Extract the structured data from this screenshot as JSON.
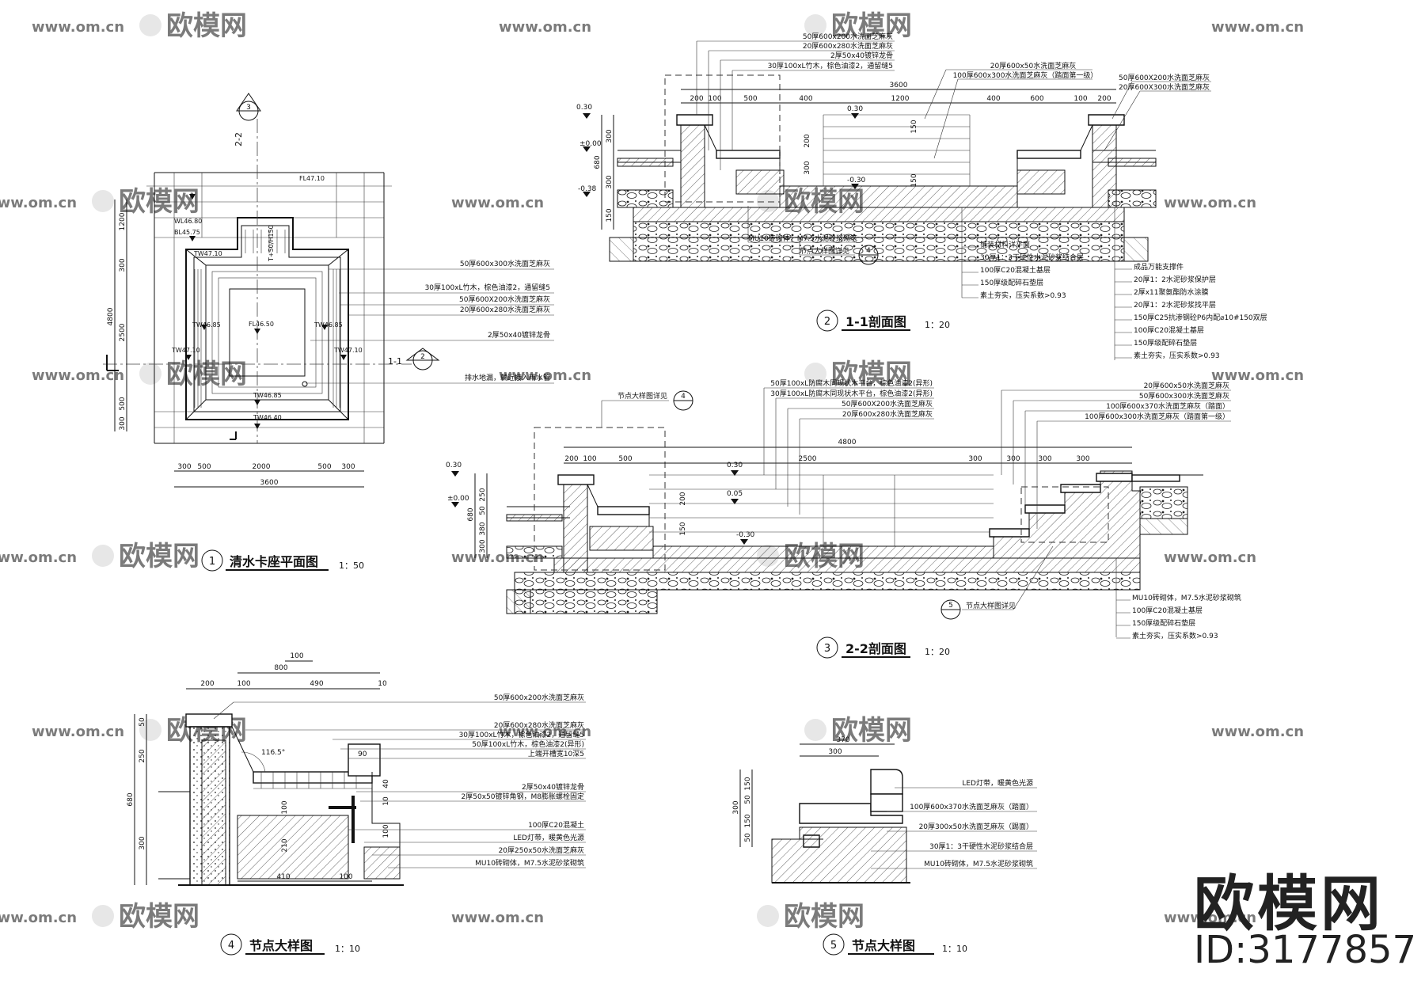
{
  "watermark": {
    "site": "www.om.cn",
    "logo_text": "欧模网"
  },
  "brand": {
    "name": "欧模网",
    "id": "ID:3177857"
  },
  "plan": {
    "title_no": "1",
    "title": "清水卡座平面图",
    "scale": "1：50",
    "levels": [
      "FL47.10",
      "WL46.80",
      "BL45.75",
      "TW47.10",
      "TW47.10",
      "TW47.10",
      "FL46.50",
      "TW46.85",
      "TW46.85",
      "TW46.85",
      "TW46.40"
    ],
    "dims_bottom": [
      "300",
      "500",
      "2000",
      "500",
      "300"
    ],
    "dim_total": "3600",
    "dims_left": [
      "1200",
      "300",
      "2500",
      "500",
      "300"
    ],
    "dim_left_total": "4800",
    "step_note": "T+50/H150",
    "section_1": "1-1",
    "section_2": "2-2",
    "callout_a": "2",
    "callout_b": "3",
    "notes": [
      "50厚600x300水洗面芝麻灰",
      "30厚100xL竹木，棕色油漆2，通留缝5",
      "50厚600X200水洗面芝麻灰",
      "20厚600x280水洗面芝麻灰",
      "2厚50x40镀锌龙骨",
      "排水地漏，就近接入雨水管"
    ]
  },
  "sec1": {
    "title_no": "2",
    "title": "1-1剖面图",
    "scale": "1：20",
    "top_notes": [
      "50厚600x200水洗面芝麻灰",
      "20厚600x280水洗面芝麻灰",
      "2厚50x40镀锌龙骨",
      "30厚100xL竹木，棕色油漆2，通留缝5"
    ],
    "right_top_notes": [
      "20厚600x50水洗面芝麻灰",
      "100厚600x300水洗面芝麻灰（踏面第一级）",
      "50厚600X200水洗面芝麻灰",
      "20厚600X300水洗面芝麻灰"
    ],
    "dims_top": [
      "200",
      "100",
      "500",
      "400",
      "1200",
      "400",
      "600",
      "100",
      "200"
    ],
    "dim_total": "3600",
    "levels": [
      "0.30",
      "±0.00",
      "-0.38",
      "0.30",
      "-0.30"
    ],
    "dims_left": [
      "300",
      "680",
      "300",
      "150"
    ],
    "dims_mid": [
      "150",
      "200",
      "300",
      "150"
    ],
    "bottom_notes": [
      "MU10砖砌体，M7.5水泥砂浆砌筑",
      "节点大样图详见"
    ],
    "callout_no": "4",
    "center_notes": [
      "铺装材料详平面",
      "30厚1：3干硬性水泥砂浆结合层",
      "100厚C20混凝土基层",
      "150厚级配碎石垫层",
      "素土夯实，压实系数>0.93"
    ],
    "right_notes": [
      "成品万能支撑件",
      "20厚1：2水泥砂浆保护层",
      "2厚x11聚氨酯防水涂膜",
      "20厚1：2水泥砂浆找平层",
      "150厚C25抗渗钢砼P6内配⌀10#150双层",
      "100厚C20混凝土基层",
      "150厚级配碎石垫层",
      "素土夯实，压实系数>0.93"
    ]
  },
  "sec2": {
    "title_no": "3",
    "title": "2-2剖面图",
    "scale": "1：20",
    "callout_label": "节点大样图详见",
    "callout_no": "4",
    "top_notes": [
      "50厚100xL防腐木同现状木平台，棕色油漆2(异形)",
      "30厚100xL防腐木同现状木平台，棕色油漆2(异形)",
      "50厚600X200水洗面芝麻灰",
      "20厚600x280水洗面芝麻灰"
    ],
    "right_top_notes": [
      "20厚600x50水洗面芝麻灰",
      "50厚600x300水洗面芝麻灰",
      "100厚600x370水洗面芝麻灰（踏面）",
      "100厚600x300水洗面芝麻灰（踏面第一级）"
    ],
    "dims_top": [
      "200",
      "100",
      "500",
      "2500",
      "300",
      "300",
      "300",
      "300"
    ],
    "dim_total": "4800",
    "levels": [
      "0.30",
      "±0.00",
      "0.30",
      "0.05",
      "-0.30"
    ],
    "dims_left": [
      "250",
      "50",
      "680",
      "380",
      "300"
    ],
    "dims_mid": [
      "200",
      "150"
    ],
    "bottom_callout_label": "节点大样图详见",
    "bottom_callout_no": "5",
    "right_notes": [
      "MU10砖砌体，M7.5水泥砂浆砌筑",
      "100厚C20混凝土基层",
      "150厚级配碎石垫层",
      "素土夯实，压实系数>0.93"
    ]
  },
  "detail4": {
    "title_no": "4",
    "title": "节点大样图",
    "scale": "1：10",
    "dims_top": [
      "200",
      "100",
      "490",
      "10"
    ],
    "dim_total": "800",
    "dim_sub": "100",
    "angle": "116.5°",
    "dim_90": "90",
    "dims_left": [
      "50",
      "250",
      "680",
      "300"
    ],
    "dims_inner": [
      "100",
      "40",
      "10",
      "100",
      "210"
    ],
    "dims_bottom": [
      "410",
      "100"
    ],
    "notes": [
      "50厚600x200水洗面芝麻灰",
      "20厚600x280水洗面芝麻灰",
      "30厚100xL竹木，棕色油漆2，通留缝5",
      "50厚100xL竹木，棕色油漆2(异形)",
      "上端开槽宽10深5",
      "2厚50x40镀锌龙骨",
      "2厚50x50镀锌角钢，M8膨胀螺栓固定",
      "100厚C20混凝土",
      "LED灯带，暖黄色光源",
      "20厚250x50水洗面芝麻灰",
      "MU10砖砌体，M7.5水泥砂浆砌筑"
    ]
  },
  "detail5": {
    "title_no": "5",
    "title": "节点大样图",
    "scale": "1：10",
    "dims_top": [
      "370",
      "300"
    ],
    "dims_left": [
      "150",
      "50",
      "300",
      "150",
      "50"
    ],
    "notes": [
      "LED灯带，暖黄色光源",
      "100厚600x370水洗面芝麻灰（踏面）",
      "20厚300x50水洗面芝麻灰（踢面）",
      "30厚1：3干硬性水泥砂浆结合层",
      "MU10砖砌体，M7.5水泥砂浆砌筑"
    ]
  }
}
